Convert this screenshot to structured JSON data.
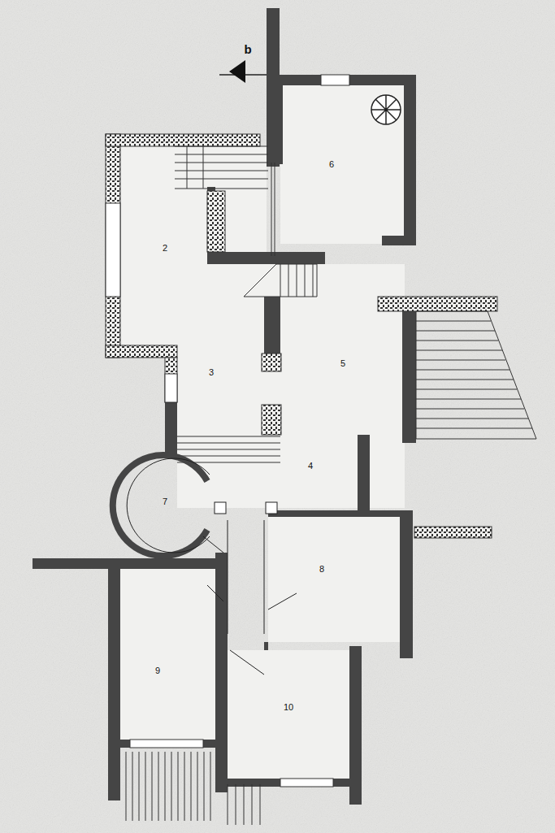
{
  "diagram": {
    "labels": [
      "b",
      "6",
      "2",
      "3",
      "5",
      "4",
      "7",
      "8",
      "9",
      "10"
    ]
  }
}
